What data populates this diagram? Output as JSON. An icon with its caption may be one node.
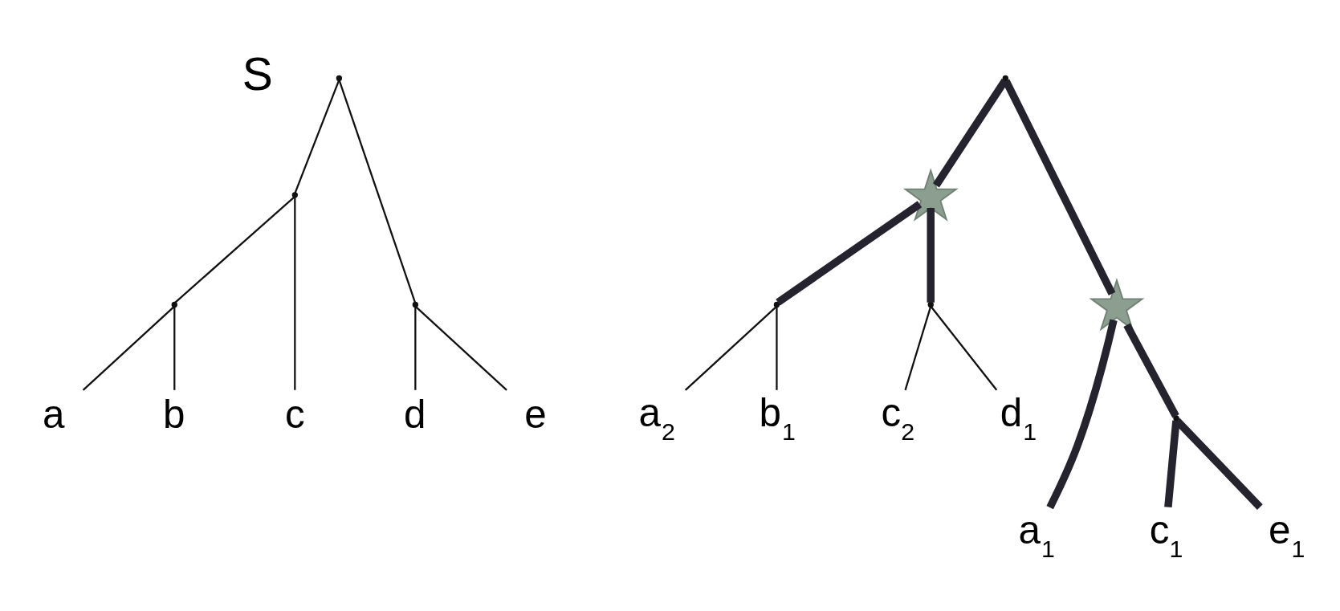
{
  "diagram": {
    "nodes": [
      {
        "text": [],
        "shape": "point"
      },
      {
        "text": [],
        "shape": "point"
      },
      {
        "text": [],
        "shape": "point"
      },
      {
        "text": [],
        "shape": "point"
      },
      {
        "text": [
          "a"
        ]
      },
      {
        "text": [
          "b"
        ]
      },
      {
        "text": [
          "c"
        ]
      },
      {
        "text": [
          "d"
        ]
      },
      {
        "text": [
          "e"
        ]
      },
      {
        "text": [],
        "shape": "point"
      },
      {
        "text": [],
        "shape": "star"
      },
      {
        "text": [],
        "shape": "star"
      },
      {
        "text": [],
        "shape": "point"
      },
      {
        "text": [],
        "shape": "point"
      },
      {
        "text": [],
        "shape": "point"
      },
      {
        "text": [
          "a$_{2}$"
        ]
      },
      {
        "text": [
          "b$_{1}$"
        ]
      },
      {
        "text": [
          "c$_{2}$"
        ]
      },
      {
        "text": [
          "d$_{1}$"
        ]
      },
      {
        "text": [
          "a$_{1}$"
        ]
      },
      {
        "text": [
          "c$_{1}$"
        ]
      },
      {
        "text": [
          "e$_{1}$"
        ]
      }
    ],
    "edges": [
      {
        "from": 0,
        "to": 1,
        "arrow": "none"
      },
      {
        "from": 0,
        "to": 2,
        "arrow": "none"
      },
      {
        "from": 1,
        "to": 3,
        "arrow": "none"
      },
      {
        "from": 1,
        "to": 6,
        "arrow": "none"
      },
      {
        "from": 3,
        "to": 4,
        "arrow": "none"
      },
      {
        "from": 3,
        "to": 5,
        "arrow": "none"
      },
      {
        "from": 2,
        "to": 7,
        "arrow": "none"
      },
      {
        "from": 2,
        "to": 8,
        "arrow": "none"
      },
      {
        "from": 9,
        "to": 10,
        "arrow": "none",
        "style": "thick",
        "color": "#24232e"
      },
      {
        "from": 9,
        "to": 11,
        "arrow": "none",
        "style": "thick",
        "color": "#24232e"
      },
      {
        "from": 10,
        "to": 12,
        "arrow": "none",
        "style": "thick",
        "color": "#24232e"
      },
      {
        "from": 10,
        "to": 13,
        "arrow": "none",
        "style": "thick",
        "color": "#24232e"
      },
      {
        "from": 11,
        "to": 19,
        "arrow": "none",
        "style": "thick",
        "color": "#24232e"
      },
      {
        "from": 11,
        "to": 14,
        "arrow": "none",
        "style": "thick",
        "color": "#24232e"
      },
      {
        "from": 12,
        "to": 15,
        "arrow": "none"
      },
      {
        "from": 12,
        "to": 16,
        "arrow": "none"
      },
      {
        "from": 13,
        "to": 17,
        "arrow": "none"
      },
      {
        "from": 13,
        "to": 18,
        "arrow": "none"
      },
      {
        "from": 14,
        "to": 20,
        "arrow": "none",
        "style": "thick",
        "color": "#24232e"
      },
      {
        "from": 14,
        "to": 21,
        "arrow": "none",
        "style": "thick",
        "color": "#24232e"
      }
    ],
    "labels": [
      "S"
    ]
  }
}
